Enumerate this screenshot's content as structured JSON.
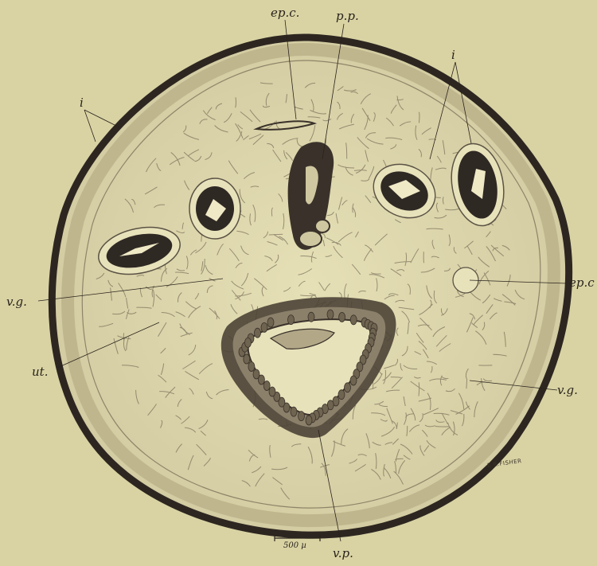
{
  "labels": {
    "ep_c_top": "ep.c.",
    "p_p": "p.p.",
    "i_left": "i",
    "i_right": "i",
    "ep_c_right": "ep.c",
    "v_g_left": "v.g.",
    "ut": "ut.",
    "v_g_right": "v.g.",
    "v_p": "v.p."
  },
  "scale_bar": "500 µ",
  "signature": "E.R.FISHER",
  "colors": {
    "paper": "#d9d3a4",
    "ink": "#2a231c",
    "tissue": "#e2dcb0"
  }
}
